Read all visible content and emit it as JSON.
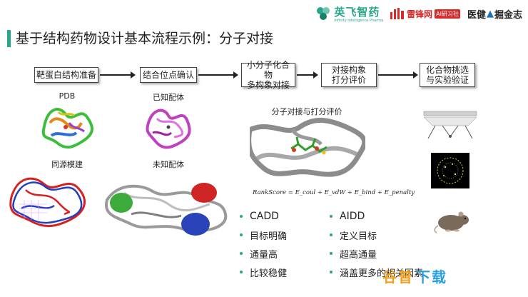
{
  "header": {
    "logo_yingfei": "英飞智药",
    "logo_yingfei_sub": "Infinity Intelligence Pharma",
    "logo_leifeng": "雷锋网",
    "logo_leifeng_tag": "AI研习社",
    "logo_yijian": "医健",
    "logo_yijian_tail": "掘金志"
  },
  "title": "基于结构药物设计基本流程示例：分子对接",
  "process": [
    {
      "label": "靶蛋白结构准备"
    },
    {
      "label": "结合位点确认"
    },
    {
      "label": "小分子化合物\n多构象对接"
    },
    {
      "label": "对接构象\n打分评价"
    },
    {
      "label": "化合物挑选\n与实验验证"
    }
  ],
  "image_labels": {
    "pdb": "PDB",
    "known_ligand": "已知配体",
    "homology": "同源模建",
    "unknown_ligand": "未知配体",
    "docking_caption": "分子对接与打分评价"
  },
  "formula": "RankScore = E_coul + E_vdW + E_bind + E_penalty",
  "cadd": [
    "CADD",
    "目标明确",
    "通量高",
    "比较稳健"
  ],
  "aidd": [
    "AIDD",
    "定义目标",
    "超高通量",
    "涵盖更多的相关因素"
  ],
  "watermark": {
    "part1": "谷普",
    "part2": "下载"
  },
  "colors": {
    "accent": "#2aa58c",
    "brand_red": "#d62b2b"
  }
}
